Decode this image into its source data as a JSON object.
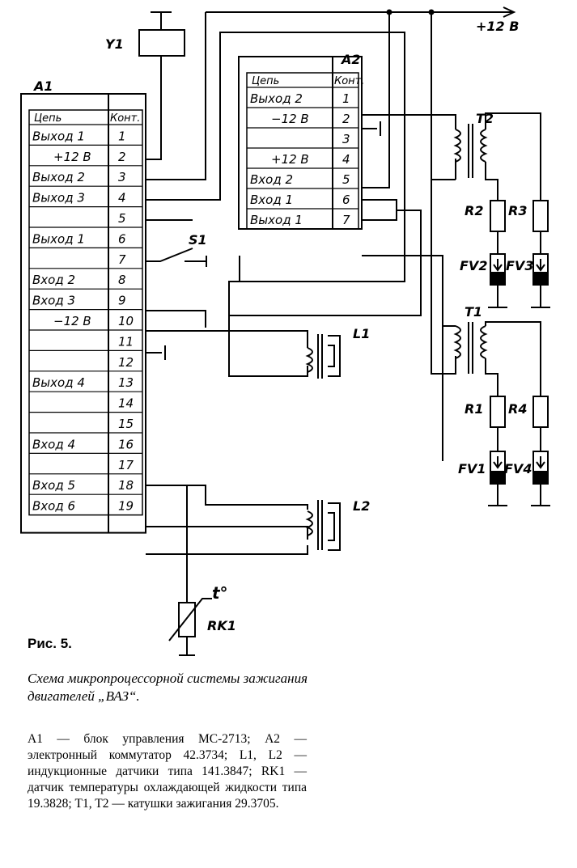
{
  "a1": {
    "label": "A1",
    "header_circuit": "Цепь",
    "header_contact": "Конт.",
    "rows": [
      {
        "c": "Выход 1",
        "k": "1"
      },
      {
        "c": "+12 В",
        "k": "2"
      },
      {
        "c": "Выход 2",
        "k": "3"
      },
      {
        "c": "Выход 3",
        "k": "4"
      },
      {
        "c": "",
        "k": "5"
      },
      {
        "c": "Выход 1",
        "k": "6"
      },
      {
        "c": "",
        "k": "7"
      },
      {
        "c": "Вход 2",
        "k": "8"
      },
      {
        "c": "Вход 3",
        "k": "9"
      },
      {
        "c": "−12 В",
        "k": "10"
      },
      {
        "c": "",
        "k": "11"
      },
      {
        "c": "",
        "k": "12"
      },
      {
        "c": "Выход 4",
        "k": "13"
      },
      {
        "c": "",
        "k": "14"
      },
      {
        "c": "",
        "k": "15"
      },
      {
        "c": "Вход 4",
        "k": "16"
      },
      {
        "c": "",
        "k": "17"
      },
      {
        "c": "Вход 5",
        "k": "18"
      },
      {
        "c": "Вход 6",
        "k": "19"
      }
    ]
  },
  "a2": {
    "label": "A2",
    "header_circuit": "Цепь",
    "header_contact": "Конт.",
    "rows": [
      {
        "c": "Выход 2",
        "k": "1"
      },
      {
        "c": "−12 В",
        "k": "2"
      },
      {
        "c": "",
        "k": "3"
      },
      {
        "c": "+12 В",
        "k": "4"
      },
      {
        "c": "Вход 2",
        "k": "5"
      },
      {
        "c": "Вход 1",
        "k": "6"
      },
      {
        "c": "Выход 1",
        "k": "7"
      }
    ]
  },
  "components": {
    "supply": "+12 В",
    "y1": "Y1",
    "s1": "S1",
    "l1": "L1",
    "l2": "L2",
    "t1": "T1",
    "t2": "T2",
    "r1": "R1",
    "r2": "R2",
    "r3": "R3",
    "r4": "R4",
    "fv1": "FV1",
    "fv2": "FV2",
    "fv3": "FV3",
    "fv4": "FV4",
    "rk1": "RK1",
    "temp": "t°"
  },
  "caption": {
    "figure": "Рис. 5.",
    "title": "Схема микропроцессорной системы зажигания двигателей „ВАЗ“.",
    "legend": "A1 — блок управления МС-2713; A2 — электронный коммутатор 42.3734; L1, L2 — индукционные датчики типа 141.3847; RK1 — датчик температуры охлаждающей жидкости типа 19.3828; T1, T2 — катушки зажигания 29.3705."
  }
}
